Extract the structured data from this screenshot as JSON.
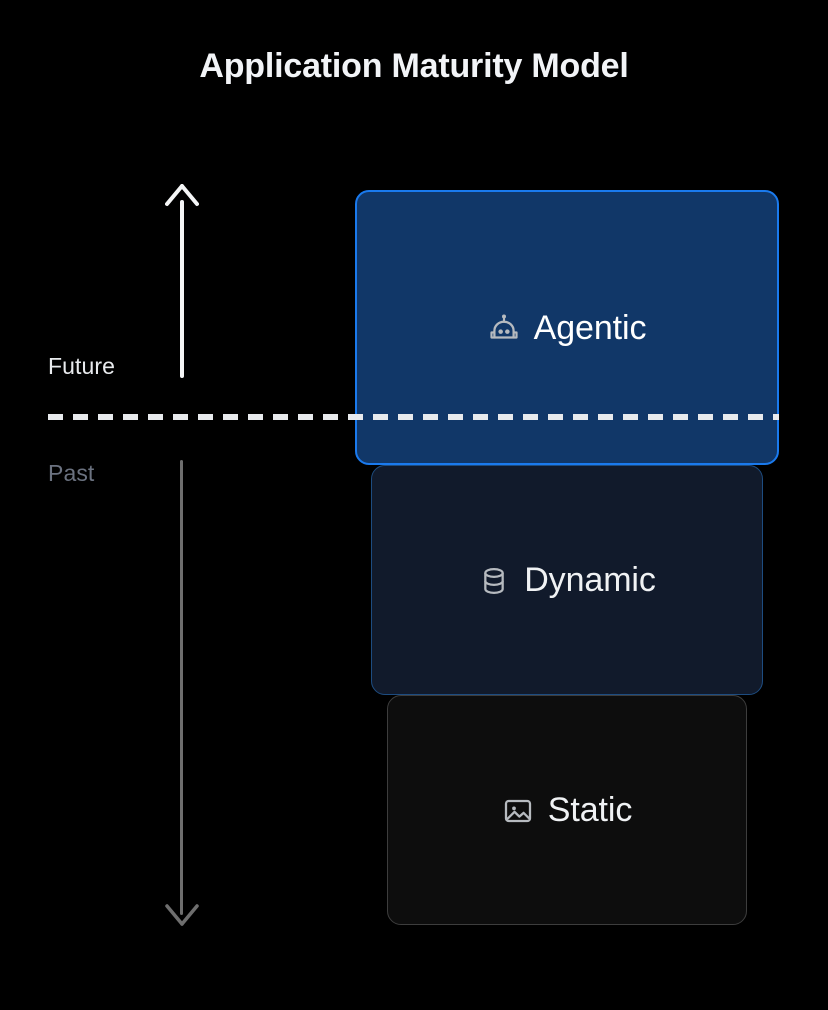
{
  "page": {
    "title": "Application Maturity Model",
    "background_color": "#000000"
  },
  "axis": {
    "future_label": "Future",
    "past_label": "Past",
    "future_arrow_icon": "arrow-up-icon",
    "past_arrow_icon": "arrow-down-icon",
    "future_color": "#e9ebee",
    "past_color": "#6b7280",
    "divider_style": "dashed",
    "divider_color": "#e8eaed"
  },
  "stack": {
    "layers": [
      {
        "id": "agentic",
        "label": "Agentic",
        "icon": "bot-icon",
        "fill_color": "#113768",
        "border_color": "#1a7aee",
        "text_color": "#ffffff",
        "era": "Future"
      },
      {
        "id": "dynamic",
        "label": "Dynamic",
        "icon": "database-icon",
        "fill_color": "#111a2b",
        "border_color": "#1d4c80",
        "text_color": "#f0f2f4",
        "era": "Past"
      },
      {
        "id": "static",
        "label": "Static",
        "icon": "image-icon",
        "fill_color": "#0d0d0d",
        "border_color": "#3d3d3d",
        "text_color": "#f0f2f4",
        "era": "Past"
      }
    ]
  }
}
